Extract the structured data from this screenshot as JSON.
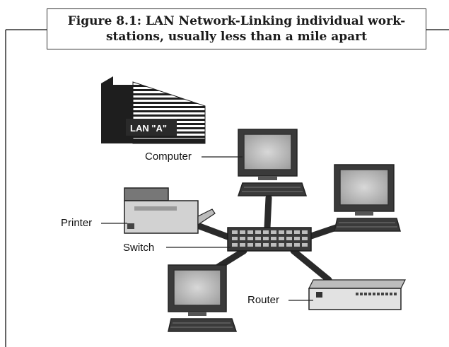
{
  "figure": {
    "caption_line1": "Figure 8.1: LAN Network-Linking individual work-",
    "caption_line2": "stations, usually less than a mile apart"
  },
  "building": {
    "label": "LAN \"A\"",
    "icon": "office-building-icon"
  },
  "labels": {
    "computer": "Computer",
    "printer": "Printer",
    "switch": "Switch",
    "router": "Router"
  },
  "icons": {
    "computer_top": "desktop-computer-icon",
    "computer_right": "desktop-computer-icon",
    "computer_bottom": "desktop-computer-icon",
    "printer": "printer-icon",
    "switch": "network-switch-icon",
    "router": "router-icon"
  }
}
